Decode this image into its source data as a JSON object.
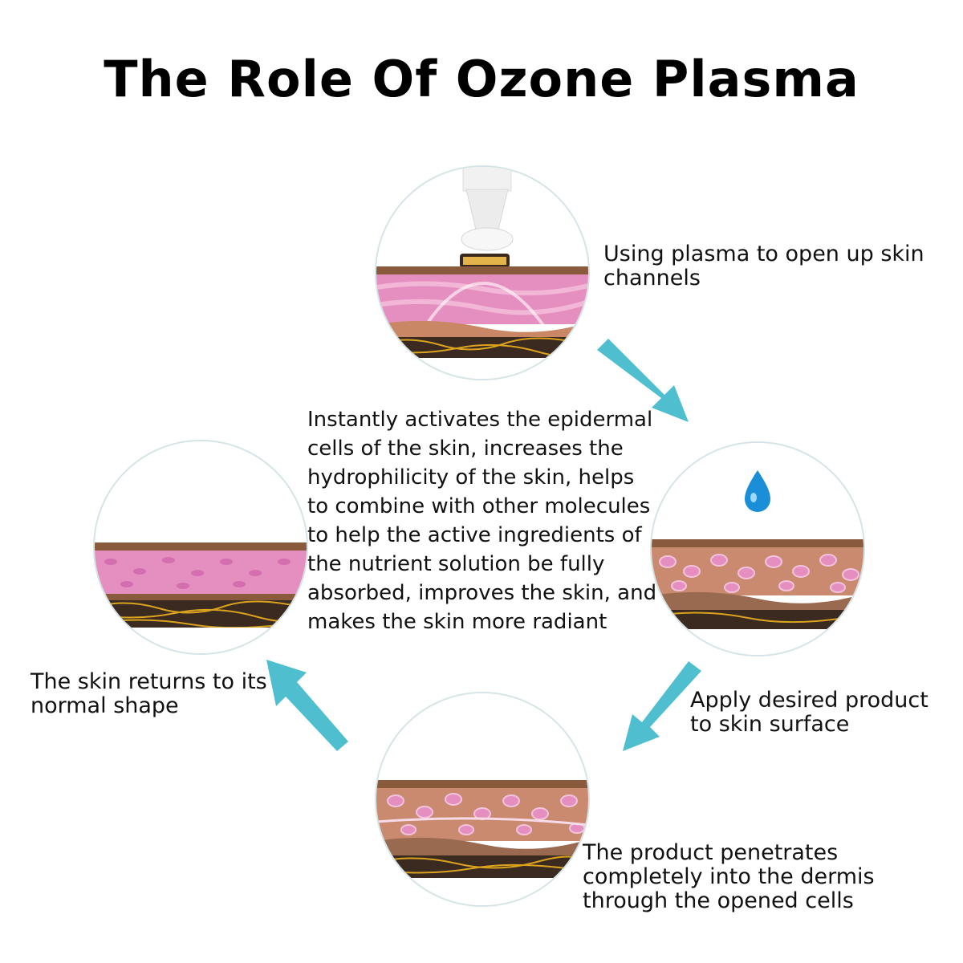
{
  "title": "The Role Of Ozone Plasma",
  "steps": [
    {
      "text": "Using plasma to open up skin channels"
    },
    {
      "text": "Apply desired product to skin surface"
    },
    {
      "text": "The product penetrates completely into the dermis through the opened cells"
    },
    {
      "text": "The skin returns to its normal shape"
    }
  ],
  "description": "Instantly activates the epidermal cells of the skin, increases the hydrophilicity of the skin, helps to combine with other molecules to help the active ingredients of the nutrient solution be fully absorbed, improves the skin, and makes the skin more radiant",
  "colors": {
    "arrow": "#4fbfcf",
    "skin_pink": "#e58fc0",
    "skin_brown": "#8a5a3c",
    "fiber": "#d9a21f",
    "drop": "#1a8fd8"
  },
  "icons": [
    "plasma-pen-icon",
    "water-drop-icon"
  ]
}
